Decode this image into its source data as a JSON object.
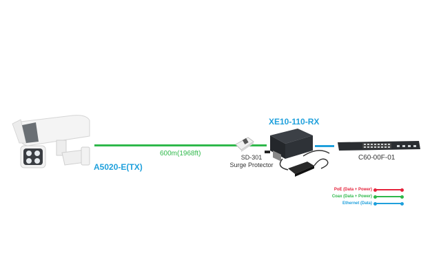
{
  "devices": {
    "camera": {
      "label": "A5020-E(TX)"
    },
    "surge": {
      "model": "SD-301",
      "desc": "Surge Protector"
    },
    "receiver": {
      "label": "XE10-110-RX"
    },
    "switch": {
      "label": "C60-00F-01"
    }
  },
  "links": {
    "coax": {
      "label": "600m(1968ft)",
      "color": "#2eb84a"
    },
    "ethernet": {
      "color": "#1fa0dc"
    }
  },
  "legend": [
    {
      "label": "PoE (Data + Power)",
      "color": "#e5213a"
    },
    {
      "label": "Coax (Data + Power)",
      "color": "#2eb84a"
    },
    {
      "label": "Ethernet (Data)",
      "color": "#1fa0dc"
    }
  ]
}
